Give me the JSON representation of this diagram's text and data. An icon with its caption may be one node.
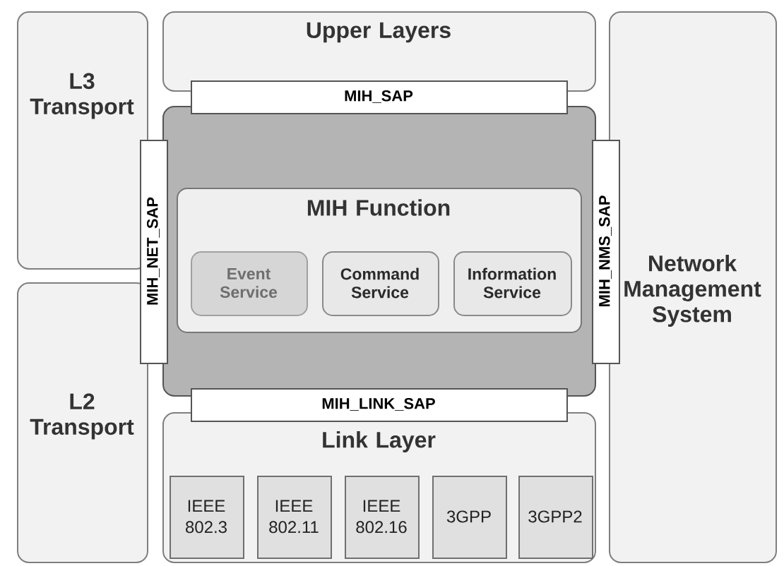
{
  "diagram": {
    "nodes": [
      {
        "text": [
          "L3 Transport"
        ]
      },
      {
        "text": [
          "Upper Layers"
        ]
      },
      {
        "text": [
          "Network Management System"
        ]
      },
      {
        "text": [
          "MIH_SAP"
        ]
      },
      {
        "text": [
          "MIH_NET_SAP"
        ]
      },
      {
        "text": [],
        "shape": "box"
      },
      {
        "text": [
          "MIH Function"
        ],
        "in": 5
      },
      {
        "text": [
          "Event Service"
        ],
        "in": 6
      },
      {
        "text": [
          "Command Service"
        ],
        "in": 6
      },
      {
        "text": [
          "Information Service"
        ],
        "in": 6
      },
      {
        "text": [
          "MIH_NMS_SAP"
        ]
      },
      {
        "text": [
          "L2 Transport"
        ]
      },
      {
        "text": [
          "MIH_LINK_SAP"
        ]
      },
      {
        "text": [
          "Link Layer"
        ]
      },
      {
        "text": [
          "IEEE 802.3"
        ],
        "in": 13
      },
      {
        "text": [
          "IEEE 802.11"
        ],
        "in": 13
      },
      {
        "text": [
          "IEEE 802.16"
        ],
        "in": 13
      },
      {
        "text": [
          "3GPP"
        ],
        "in": 13
      },
      {
        "text": [
          "3GPP2"
        ],
        "in": 13
      }
    ]
  }
}
